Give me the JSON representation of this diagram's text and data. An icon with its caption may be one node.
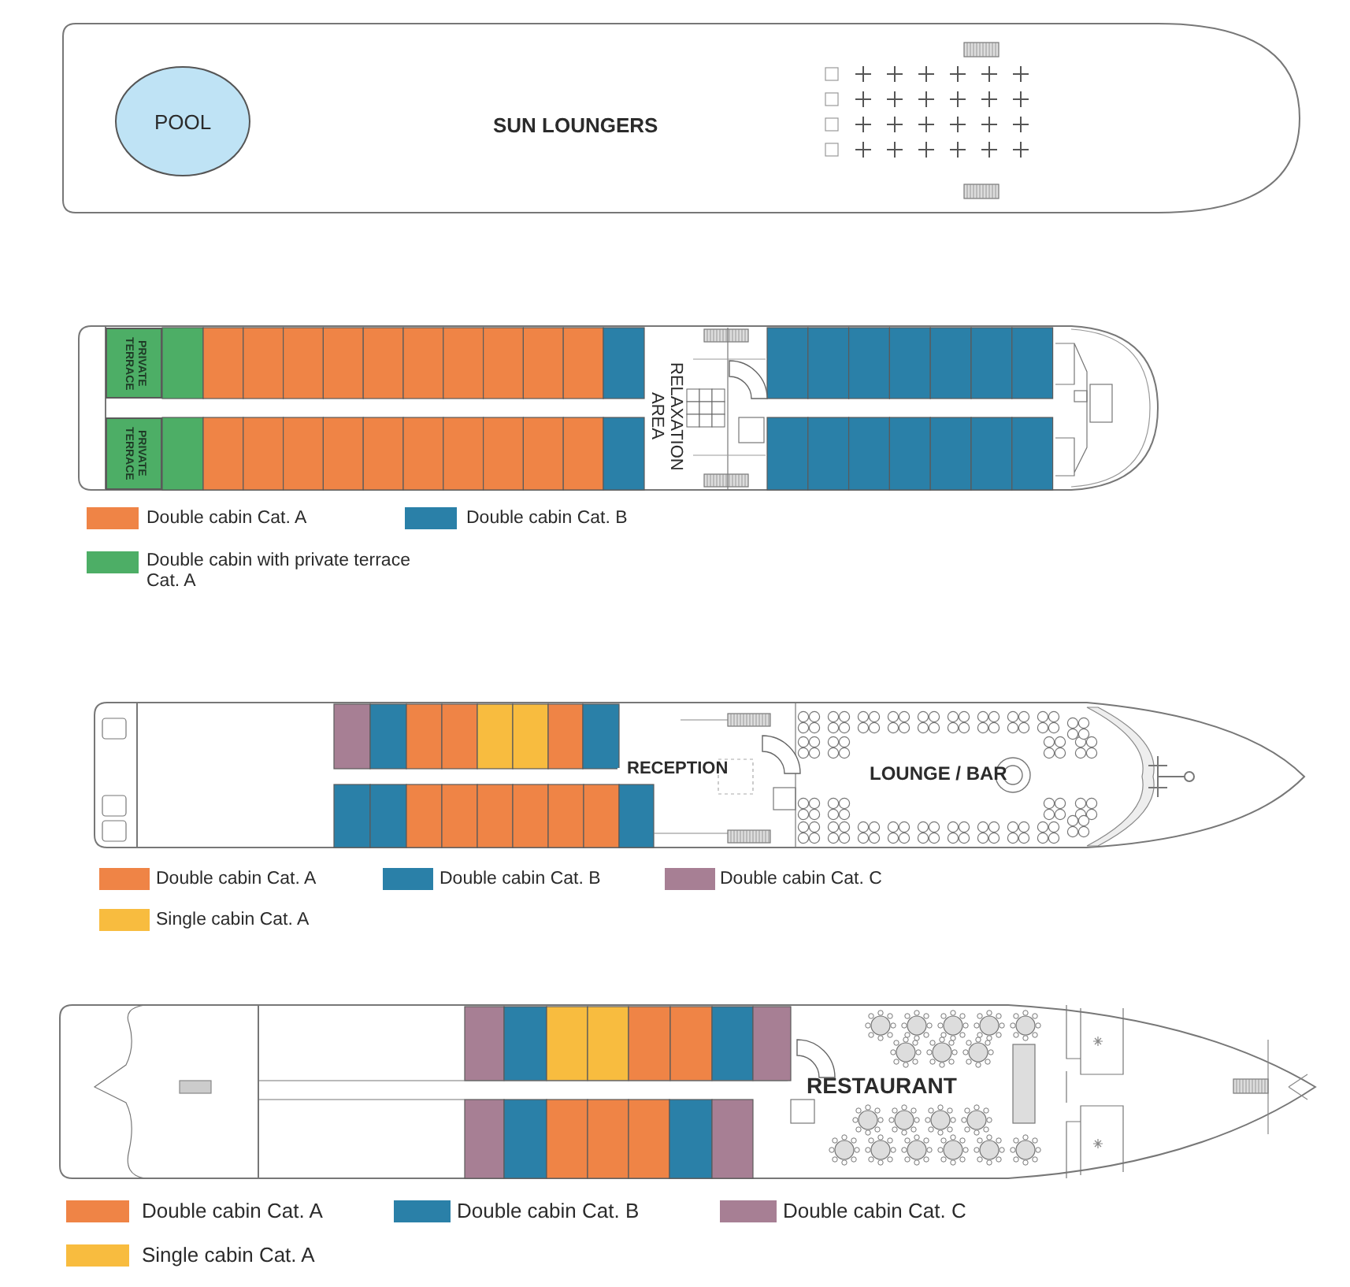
{
  "diagram": {
    "nodes": [
      {
        "text": [
          "POOL"
        ]
      },
      {
        "text": [
          "PRIVATE TERRACE"
        ]
      },
      {
        "text": [
          "PRIVATE TERRACE"
        ]
      }
    ],
    "labels": [
      "SUN LOUNGERS",
      "RELAXATION AREA",
      "RECEPTION",
      "LOUNGE / BAR",
      "RESTAURANT"
    ],
    "legend": [
      {
        "text": "Double cabin Cat. A",
        "color": "#ef8446"
      },
      {
        "text": "Double cabin Cat. B",
        "color": "#2a80a8"
      },
      {
        "text": "Double cabin with private terrace Cat. A",
        "color": "#4dae66"
      },
      {
        "text": "Double cabin Cat. A",
        "color": "#ef8446"
      },
      {
        "text": "Double cabin Cat. B",
        "color": "#2a80a8"
      },
      {
        "text": "Double cabin Cat. C",
        "color": "#a77f94"
      },
      {
        "text": "Single cabin Cat. A",
        "color": "#f8bc3f"
      },
      {
        "text": "Double cabin Cat. A",
        "color": "#ef8446"
      },
      {
        "text": "Double cabin Cat. B",
        "color": "#2a80a8"
      },
      {
        "text": "Double cabin Cat. C",
        "color": "#a77f94"
      },
      {
        "text": "Single cabin Cat. A",
        "color": "#f8bc3f"
      }
    ]
  }
}
